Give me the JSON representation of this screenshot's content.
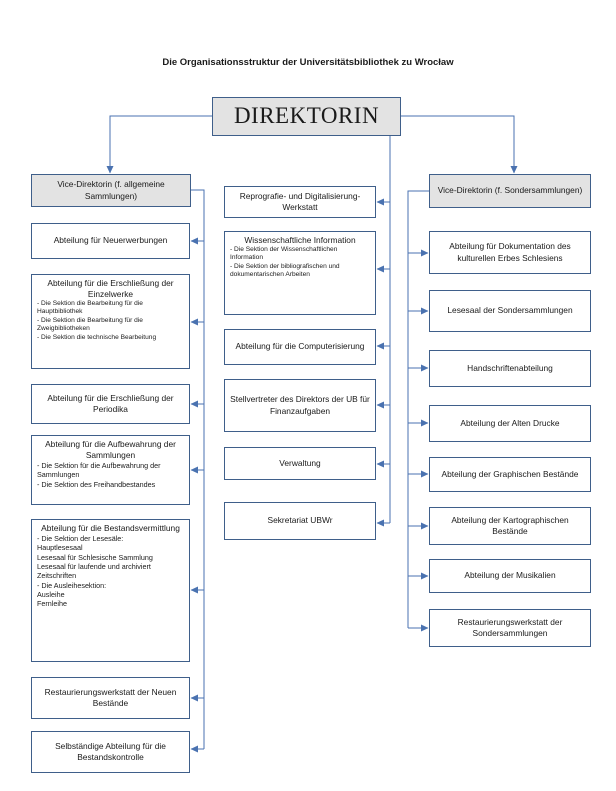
{
  "title": "Die Organisationsstruktur der Universitätsbibliothek zu Wrocław",
  "director": "DIREKTORIN",
  "left": {
    "head": "Vice-Direktorin (f. allgemeine Sammlungen)",
    "units": [
      {
        "name": "Abteilung für Neuerwerbungen",
        "subs": []
      },
      {
        "name": "Abteilung für die Erschließung der Einzelwerke",
        "subs": [
          "- Die Sektion die Bearbeitung für die Hauptbibliothek",
          "- Die Sektion die Bearbeitung für die Zweigbibliotheken",
          "- Die Sektion die technische Bearbeitung"
        ]
      },
      {
        "name": "Abteilung für die Erschließung der Periodika",
        "subs": []
      },
      {
        "name": "Abteilung für die Aufbewahrung der Sammlungen",
        "subs": [
          "- Die Sektion für die Aufbewahrung der Sammlungen",
          "- Die Sektion des Freihandbestandes"
        ]
      },
      {
        "name": "Abteilung für die Bestandsvermittlung",
        "subs": [
          "- Die Sektion der Lesesäle:",
          "Hauptlesesaal",
          "Lesesaal für Schlesische Sammlung",
          "Lesesaal für laufende und archiviert Zeitschriften",
          "- Die Ausleihesektion:",
          "Ausleihe",
          "Fernleihe"
        ]
      },
      {
        "name": "Restaurierungswerkstatt der Neuen Bestände",
        "subs": []
      },
      {
        "name": "Selbständige Abteilung für die Bestandskontrolle",
        "subs": []
      }
    ]
  },
  "middle": {
    "units": [
      {
        "name": "Reprografie- und Digitalisierung-Werkstatt",
        "subs": []
      },
      {
        "name": "Wissenschaftliche Information",
        "subs": [
          "- Die Sektion der Wissenschaftlichen Information",
          "- Die Sektion der bibliografischen und dokumentarischen Arbeiten"
        ]
      },
      {
        "name": "Abteilung für die Computerisierung",
        "subs": []
      },
      {
        "name": "Stellvertreter des Direktors der UB für Finanzaufgaben",
        "subs": []
      },
      {
        "name": "Verwaltung",
        "subs": []
      },
      {
        "name": "Sekretariat UBWr",
        "subs": []
      }
    ]
  },
  "right": {
    "head": "Vice-Direktorin (f. Sondersammlungen)",
    "units": [
      {
        "name": "Abteilung für Dokumentation des kulturellen Erbes Schlesiens",
        "subs": []
      },
      {
        "name": "Lesesaal der Sondersammlungen",
        "subs": []
      },
      {
        "name": "Handschriftenabteilung",
        "subs": []
      },
      {
        "name": "Abteilung der Alten Drucke",
        "subs": []
      },
      {
        "name": "Abteilung der Graphischen Bestände",
        "subs": []
      },
      {
        "name": "Abteilung der Kartographischen Bestände",
        "subs": []
      },
      {
        "name": "Abteilung der Musikalien",
        "subs": []
      },
      {
        "name": "Restaurierungswerkstatt der Sondersammlungen",
        "subs": []
      }
    ]
  },
  "colors": {
    "line": "#4a72b0",
    "border": "#3f5f8a",
    "grey_fill": "#e3e3e3"
  }
}
